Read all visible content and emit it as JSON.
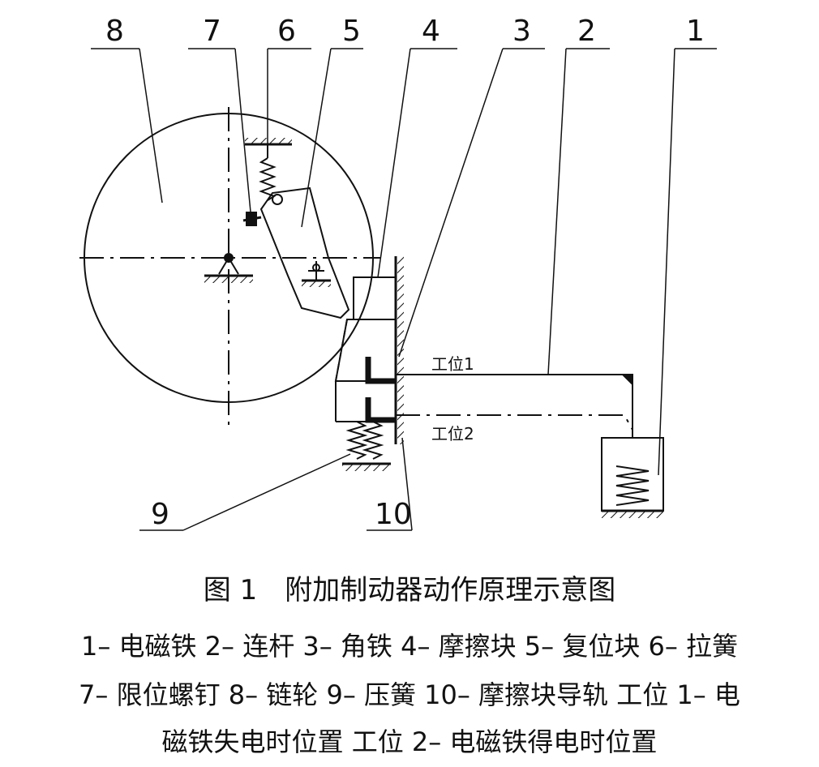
{
  "diagram": {
    "labels": [
      "1",
      "2",
      "3",
      "4",
      "5",
      "6",
      "7",
      "8",
      "9",
      "10"
    ],
    "position_1": "工位1",
    "position_2": "工位2"
  },
  "caption": {
    "title": "图 1　附加制动器动作原理示意图",
    "line1": "1– 电磁铁 2– 连杆 3– 角铁 4– 摩擦块 5– 复位块 6– 拉簧",
    "line2": "7– 限位螺钉 8– 链轮 9– 压簧 10– 摩擦块导轨 工位 1– 电",
    "line3": "磁铁失电时位置 工位 2– 电磁铁得电时位置"
  }
}
